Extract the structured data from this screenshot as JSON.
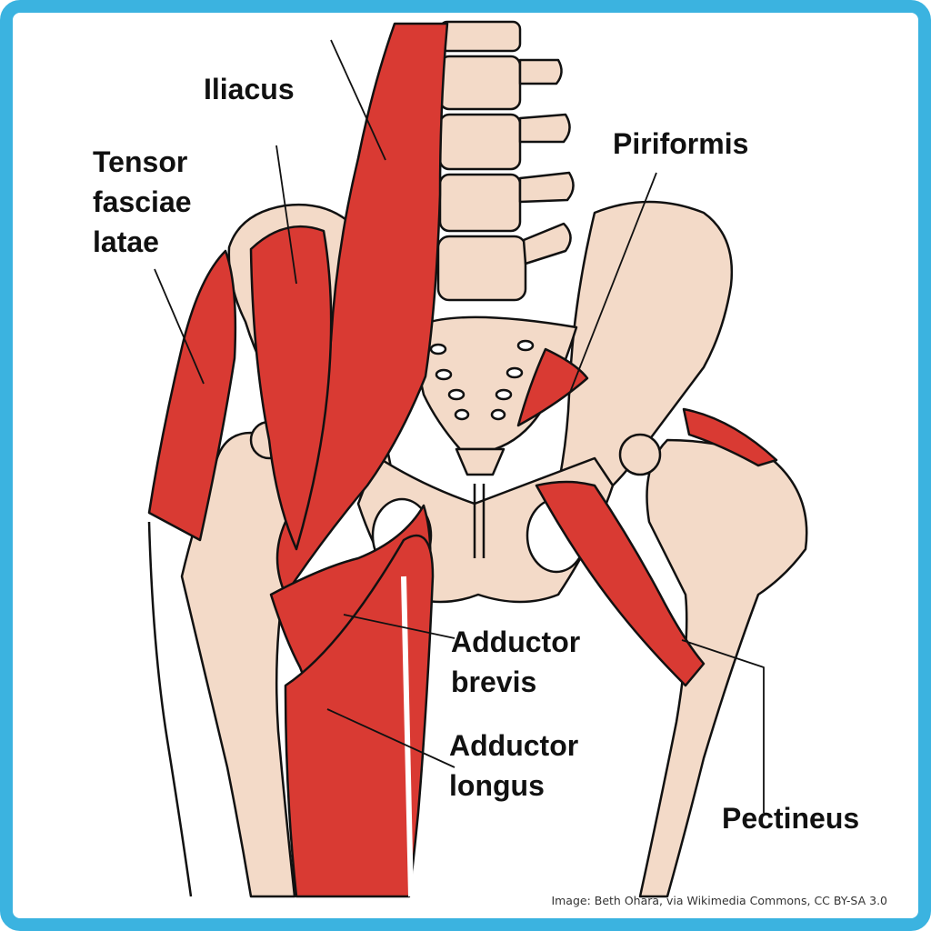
{
  "labels": {
    "iliacus": "Iliacus",
    "tensor_fasciae_latae": "Tensor\nfasciae\nlatae",
    "piriformis": "Piriformis",
    "adductor_brevis": "Adductor\nbrevis",
    "adductor_longus": "Adductor\nlongus",
    "pectineus": "Pectineus"
  },
  "credit": "Image: Beth Ohara, via Wikimedia Commons, CC BY-SA 3.0",
  "colors": {
    "frame": "#3bb3e0",
    "muscle": "#d93a33",
    "bone": "#f3dac8",
    "outline": "#111111"
  }
}
